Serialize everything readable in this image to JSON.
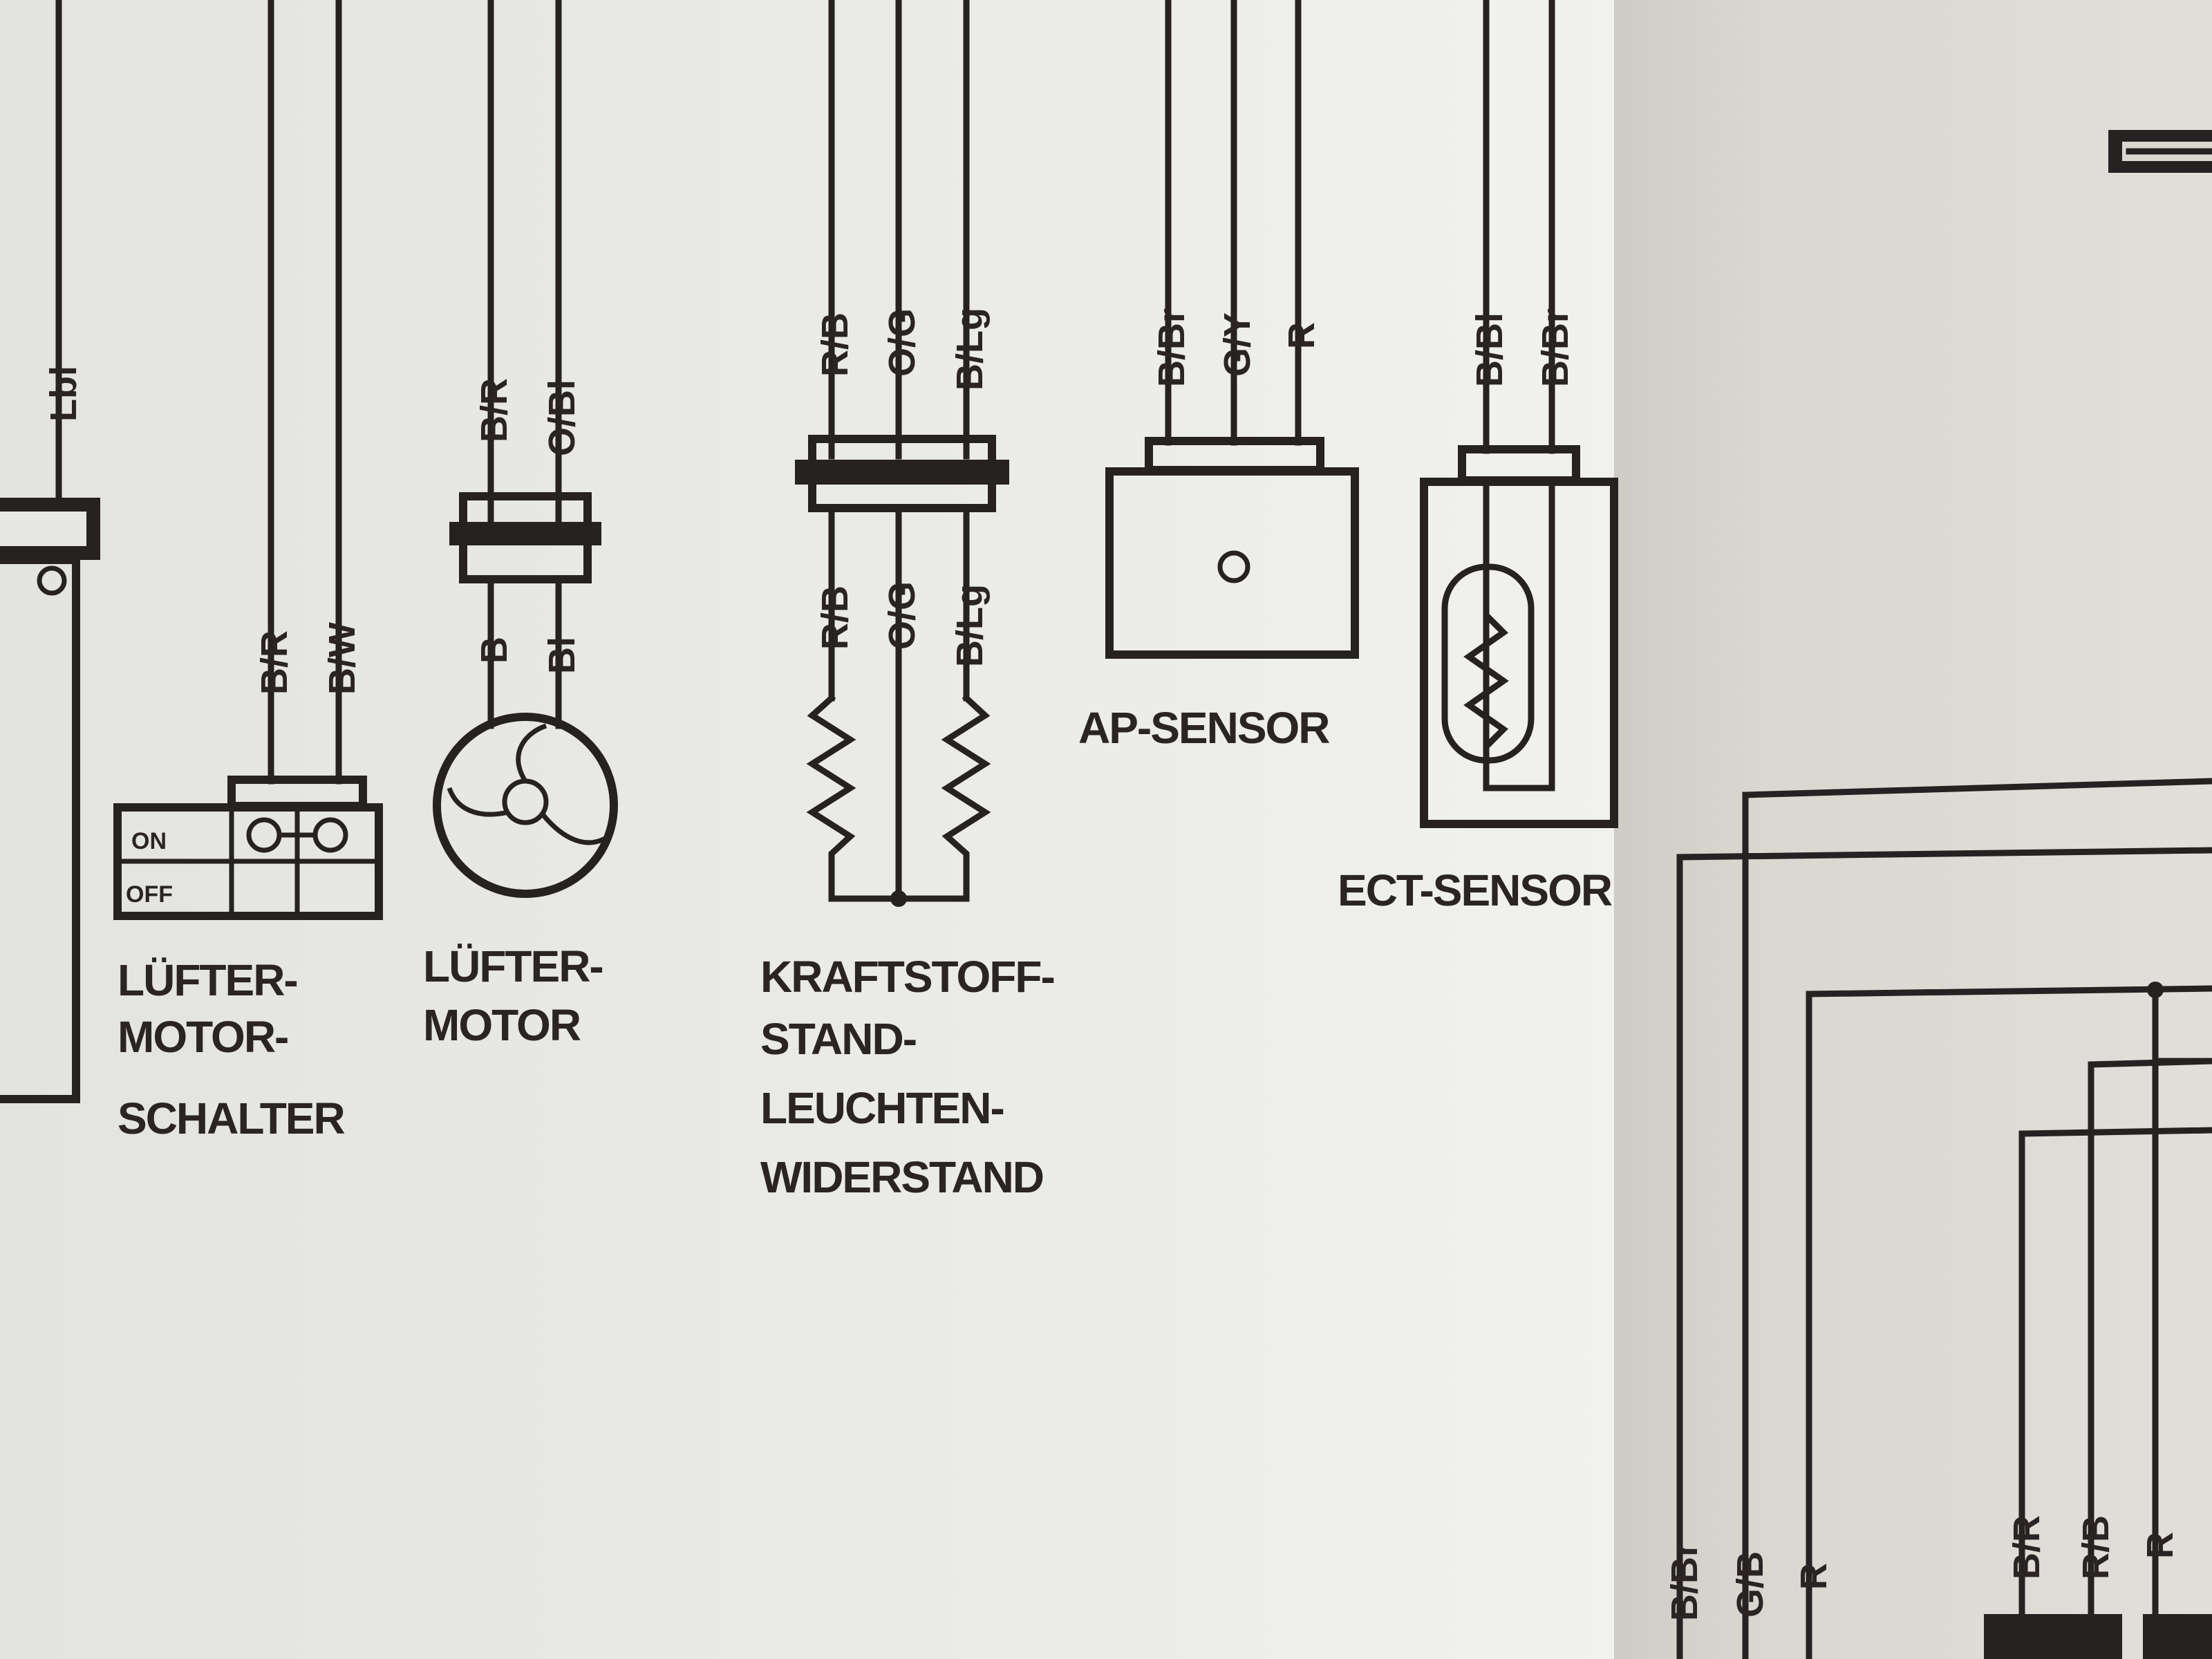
{
  "wire_labels": {
    "far_left": "Lbl",
    "fan_switch_1": "B/R",
    "fan_switch_2": "B/W",
    "fan_motor_top_1": "B/R",
    "fan_motor_top_2": "O/Bl",
    "fan_motor_bottom_1": "B",
    "fan_motor_bottom_2": "Bl",
    "fuel_top_1": "R/B",
    "fuel_top_2": "O/G",
    "fuel_top_3": "B/Lg",
    "fuel_bottom_1": "R/B",
    "fuel_bottom_2": "O/G",
    "fuel_bottom_3": "B/Lg",
    "ap_1": "B/Br",
    "ap_2": "G/Y",
    "ap_3": "R",
    "ect_1": "B/Bl",
    "ect_2": "B/Br",
    "bottom_1": "B/Br",
    "bottom_2": "G/B",
    "bottom_3": "R",
    "bottom_4": "B/R",
    "bottom_5": "R/B",
    "bottom_6": "R"
  },
  "switch": {
    "on": "ON",
    "off": "OFF"
  },
  "components": {
    "fan_motor_switch": [
      "LÜFTER-",
      "MOTOR-",
      "SCHALTER"
    ],
    "fan_motor": [
      "LÜFTER-",
      "MOTOR"
    ],
    "fuel_resistor": [
      "KRAFTSTOFF-",
      "STAND-",
      "LEUCHTEN-",
      "WIDERSTAND"
    ],
    "ap_sensor": "AP-SENSOR",
    "ect_sensor": "ECT-SENSOR"
  }
}
